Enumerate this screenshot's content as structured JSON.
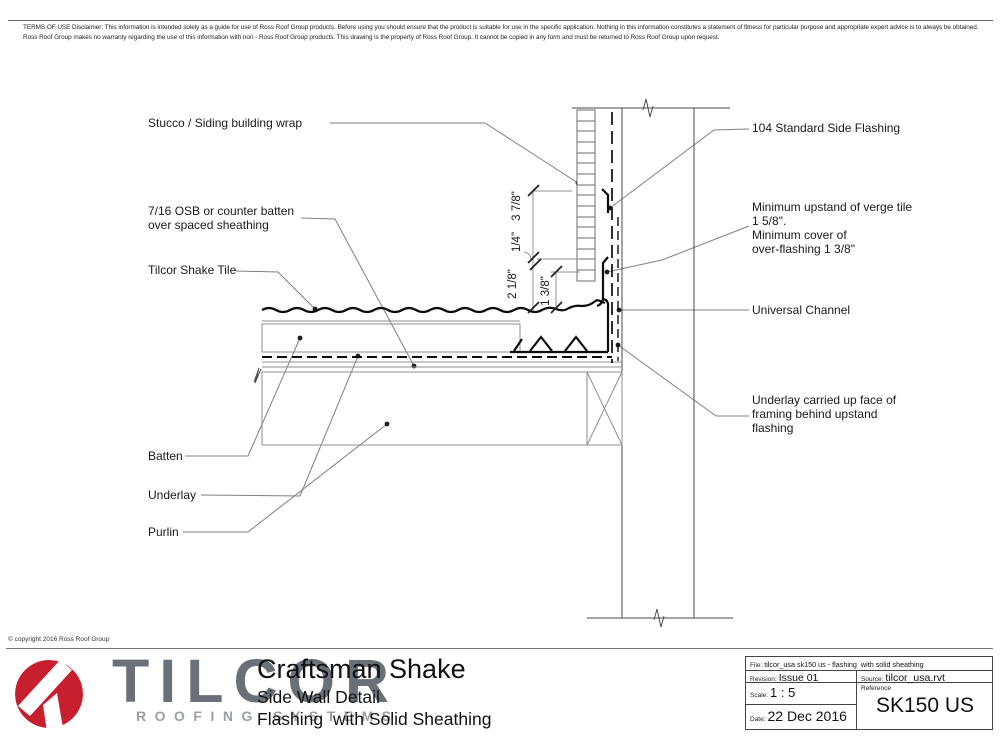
{
  "disclaimer": {
    "line1": "TERMS OF USE Disclaimer: This information is intended solely as a guide for use of Ross Roof Group products. Before using you should ensure that the product is suitable for use in the specific application. Nothing in this information constitutes a statement of fitness for particular purpose and appropriate expert advice is to always be obtained.",
    "line2": "Ross Roof Group makes no warranty regarding the use of this information with non - Ross Roof Group products. This drawing is the property of Ross Roof Group. It cannot be copied in any form and must be returned to Ross Roof Group upon request."
  },
  "callouts": {
    "stucco": "Stucco / Siding building wrap",
    "osb": "7/16 OSB or counter batten\nover spaced sheathing",
    "shake_tile": "Tilcor Shake Tile",
    "batten": "Batten",
    "underlay": "Underlay",
    "purlin": "Purlin",
    "side_flashing": "104 Standard Side Flashing",
    "upstand": "Minimum upstand of verge tile\n1 5/8\".\nMinimum cover of\nover-flashing 1 3/8\"",
    "universal_channel": "Universal Channel",
    "underlay_up": "Underlay carried up face of\nframing behind upstand\nflashing"
  },
  "dimensions": {
    "top": "3 7/8\"",
    "quarter": "1/4\"",
    "mid": "2 1/8\"",
    "cover": "1 3/8\""
  },
  "footer": {
    "copyright": "© copyright 2016 Ross Roof Group",
    "brand": "TILCOR",
    "tagline": "ROOFING SYSTEMS",
    "title": "Craftsman Shake",
    "subtitle1": "Side Wall Detail",
    "subtitle2": "Flashing  with Solid Sheathing"
  },
  "titleblock": {
    "file_label": "File:",
    "file_value": "tilcor_usa sk150 us - flashing  with solid sheathing",
    "revision_label": "Revision:",
    "revision_value": "Issue 01",
    "source_label": "Source:",
    "source_value": "tilcor_usa.rvt",
    "scale_label": "Scale:",
    "scale_value": "1 : 5",
    "reference_label": "Reference",
    "date_label": "Date:",
    "date_value": "22 Dec 2016",
    "sheet_number": "SK150 US"
  },
  "colors": {
    "logo_red": "#c81f2f",
    "logo_gray": "#6a7078",
    "tagline_gray": "#9b9fa4",
    "line_dark": "#111111",
    "leader_gray": "#808080"
  }
}
